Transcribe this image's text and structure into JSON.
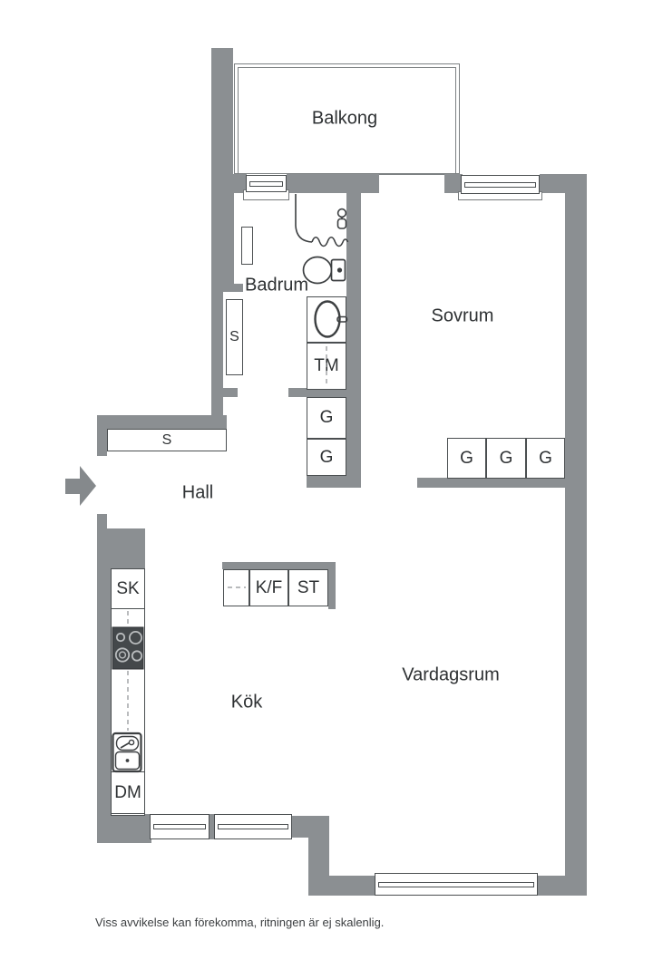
{
  "plan": {
    "rooms": {
      "balcony": {
        "label": "Balkong"
      },
      "bathroom": {
        "label": "Badrum"
      },
      "bedroom": {
        "label": "Sovrum"
      },
      "hall": {
        "label": "Hall"
      },
      "kitchen": {
        "label": "Kök"
      },
      "living_room": {
        "label": "Vardagsrum"
      }
    },
    "units": {
      "closet_s": {
        "label": "S"
      },
      "washing_machine": {
        "label": "TM"
      },
      "wardrobe": {
        "label": "G"
      },
      "tall_cabinet": {
        "label": "SK"
      },
      "dishwasher": {
        "label": "DM"
      },
      "fridge_freezer": {
        "label": "K/F"
      },
      "pantry": {
        "label": "ST"
      }
    },
    "icons": [
      "entrance-arrow-icon",
      "toilet-icon",
      "bathroom-sink-icon",
      "shower-icon",
      "shower-head-icon",
      "stove-icon",
      "kitchen-sink-icon",
      "radiator-icon"
    ],
    "colors": {
      "wall": "#8b8f92",
      "line": "#4a4e50",
      "fixture": "#3c3f41",
      "text": "#2e3133"
    },
    "footer": {
      "disclaimer": "Viss avvikelse kan förekomma, ritningen är ej skalenlig."
    }
  }
}
